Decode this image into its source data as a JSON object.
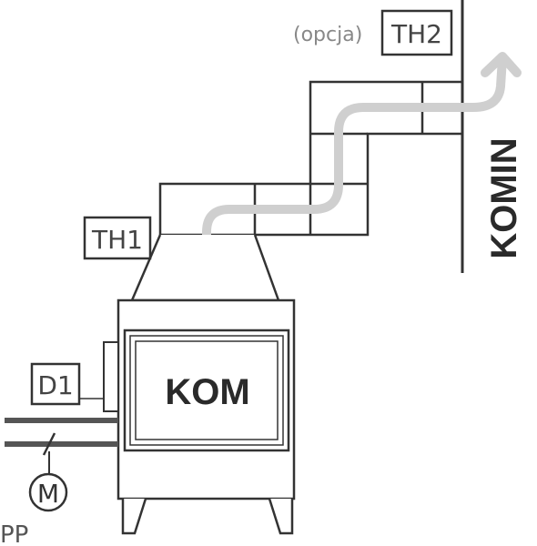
{
  "labels": {
    "sensor_th2_option": "(opcja)",
    "sensor_th2": "TH2",
    "sensor_th1": "TH1",
    "sensor_d1": "D1",
    "fireplace": "KOM",
    "chimney": "KOMIN",
    "motor": "M",
    "pp": "PP"
  },
  "colors": {
    "line": "#333333",
    "flow_arrow": "#cfcfcf",
    "fireplace_label": "#2a2a2a",
    "option_text": "#888888",
    "sensor_text": "#444444",
    "pipe": "#555555"
  },
  "icons": {
    "flow_arrow": "arrow-up-right-icon",
    "motor": "motor-icon"
  }
}
